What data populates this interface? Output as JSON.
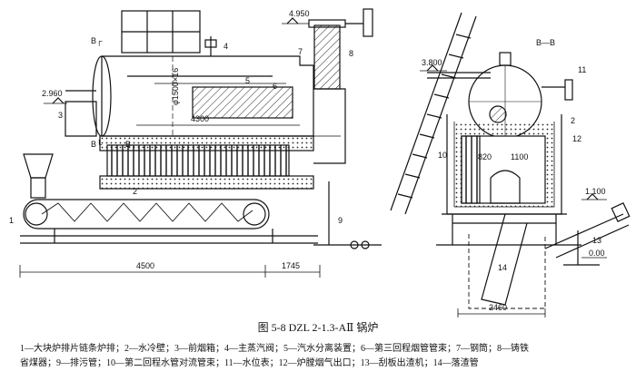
{
  "figure": {
    "caption": "图 5-8   DZL 2-1.3-AⅡ 锅炉",
    "legend_line1": "1—大块炉排片链条炉排；2—水冷壁；3—前烟箱；4—主蒸汽阀；5—汽水分离装置；6—第三回程烟管管束；7—钢筒；8—铸铁",
    "legend_line2": "省煤器；9—排污管；10—第二回程水管对流管束；11—水位表；12—炉膛烟气出口；13—刮板出渣机；14—落渣管"
  },
  "left_view": {
    "section_mark_top": "B┌",
    "section_mark_mid": "B",
    "section_mark_bottom": "B└",
    "elev_top": "4.950",
    "elev_side": "2.960",
    "diameter": "φ1500×16",
    "length_label": "4300",
    "dim_bottom_left": "4500",
    "dim_bottom_right": "1745",
    "callouts": [
      "1",
      "2",
      "3",
      "4",
      "5",
      "6",
      "7",
      "8",
      "9"
    ]
  },
  "right_view": {
    "section_title": "B—B",
    "elev_top": "3.800",
    "elev_side": "1.100",
    "elev_ground": "0.00",
    "dim_820": "820",
    "dim_1100": "1100",
    "dim_bottom": "2460",
    "callouts": [
      "2",
      "10",
      "11",
      "12",
      "13",
      "14"
    ]
  }
}
